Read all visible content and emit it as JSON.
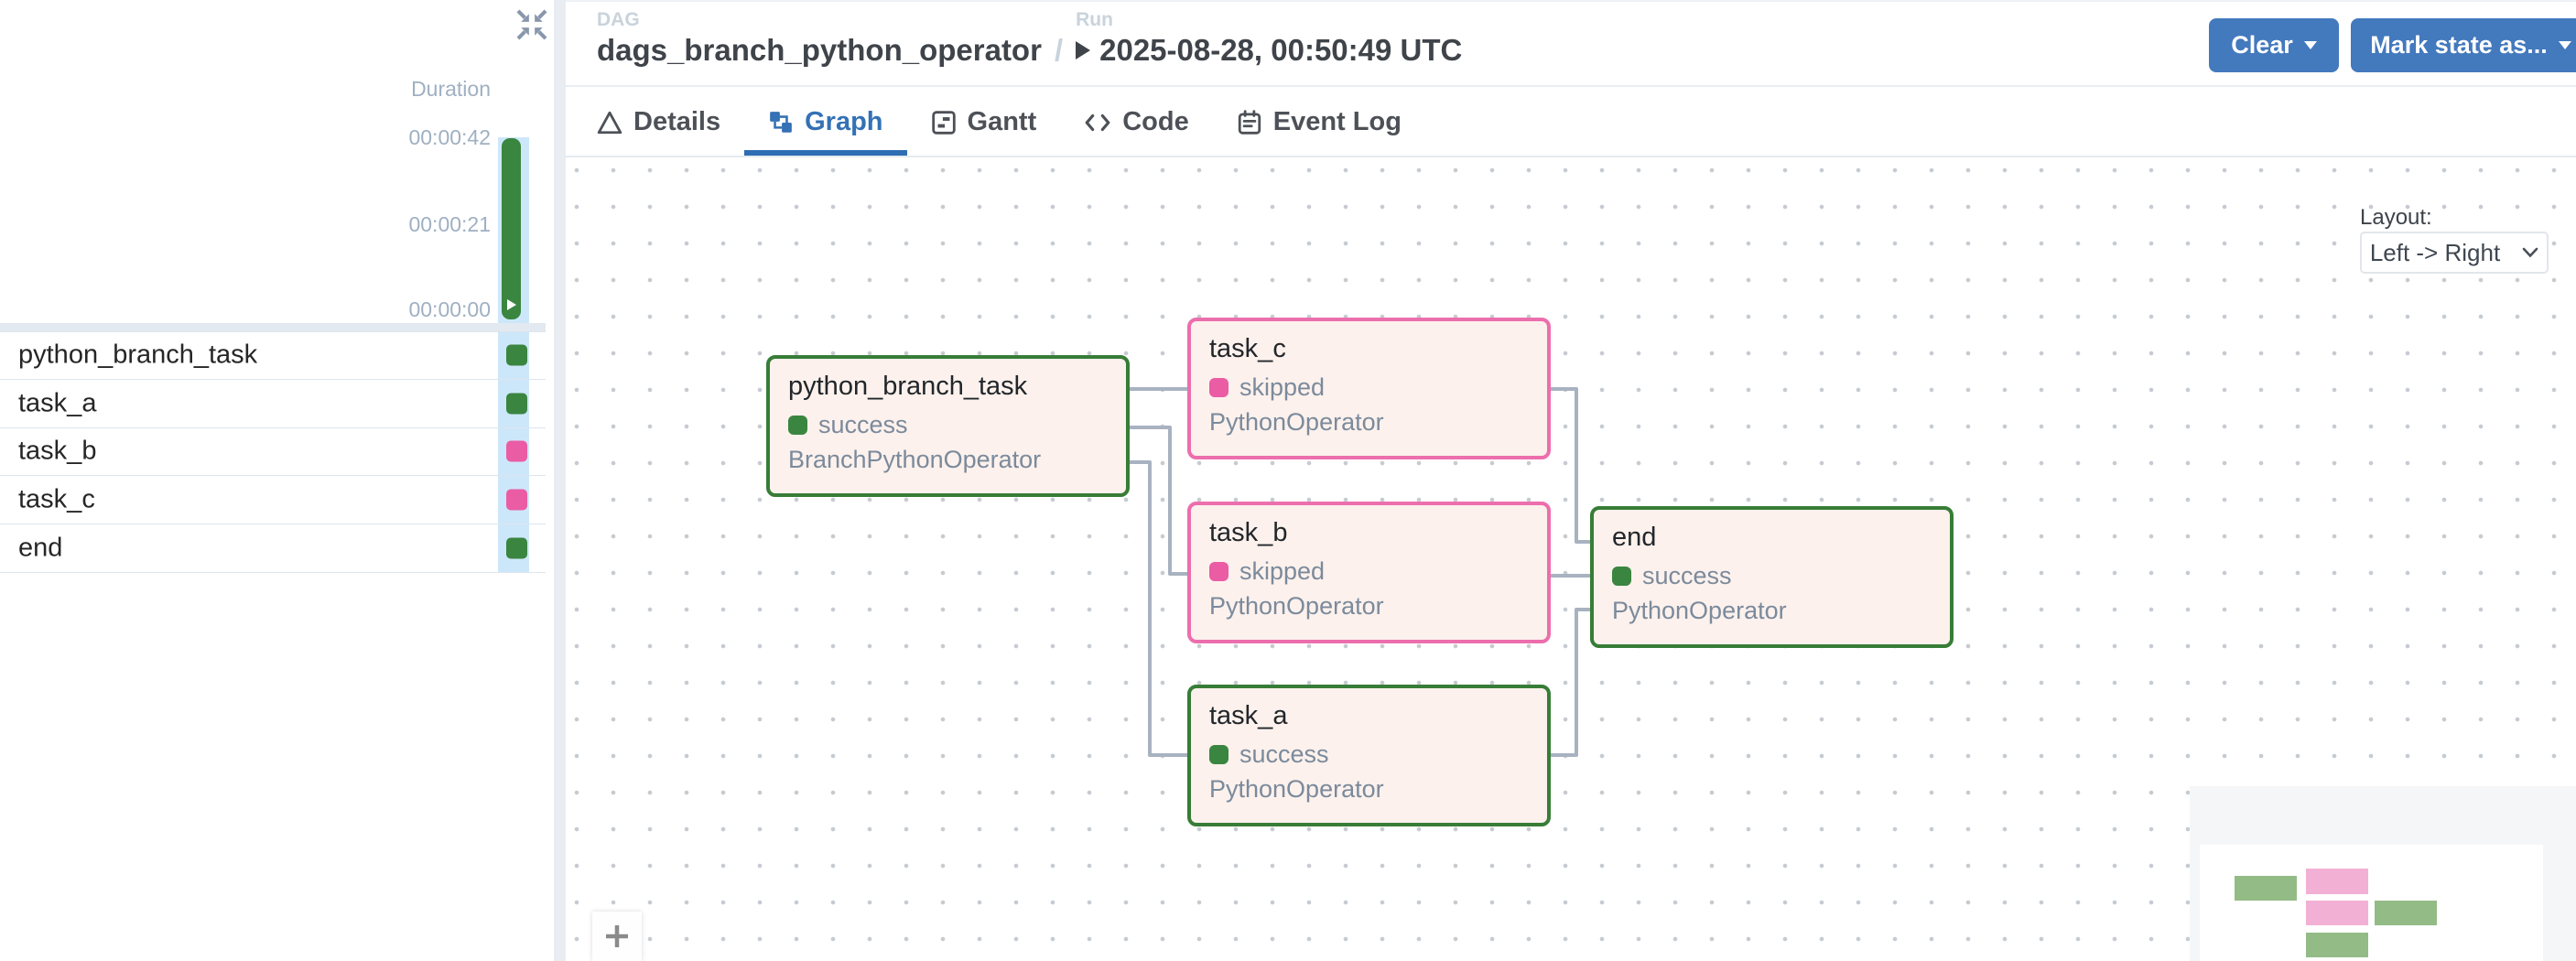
{
  "grid": {
    "duration_label": "Duration",
    "ticks": [
      "00:00:42",
      "00:00:21",
      "00:00:00"
    ],
    "tasks": [
      {
        "name": "python_branch_task",
        "state": "success"
      },
      {
        "name": "task_a",
        "state": "success"
      },
      {
        "name": "task_b",
        "state": "skipped"
      },
      {
        "name": "task_c",
        "state": "skipped"
      },
      {
        "name": "end",
        "state": "success"
      }
    ]
  },
  "header": {
    "dag_label": "DAG",
    "dag_name": "dags_branch_python_operator",
    "separator": "/",
    "run_label": "Run",
    "run_time": "2025-08-28, 00:50:49 UTC",
    "clear_button": "Clear",
    "mark_state_button": "Mark state as..."
  },
  "tabs": [
    {
      "label": "Details",
      "active": false
    },
    {
      "label": "Graph",
      "active": true
    },
    {
      "label": "Gantt",
      "active": false
    },
    {
      "label": "Code",
      "active": false
    },
    {
      "label": "Event Log",
      "active": false
    }
  ],
  "graph": {
    "layout_label": "Layout:",
    "layout_value": "Left -> Right",
    "nodes": [
      {
        "id": "python_branch_task",
        "title": "python_branch_task",
        "status": "success",
        "operator": "BranchPythonOperator"
      },
      {
        "id": "task_c",
        "title": "task_c",
        "status": "skipped",
        "operator": "PythonOperator"
      },
      {
        "id": "task_b",
        "title": "task_b",
        "status": "skipped",
        "operator": "PythonOperator"
      },
      {
        "id": "task_a",
        "title": "task_a",
        "status": "success",
        "operator": "PythonOperator"
      },
      {
        "id": "end",
        "title": "end",
        "status": "success",
        "operator": "PythonOperator"
      }
    ],
    "edges": [
      [
        "python_branch_task",
        "task_c"
      ],
      [
        "python_branch_task",
        "task_b"
      ],
      [
        "python_branch_task",
        "task_a"
      ],
      [
        "task_c",
        "end"
      ],
      [
        "task_b",
        "end"
      ],
      [
        "task_a",
        "end"
      ]
    ]
  },
  "colors": {
    "success_green": "#3a8540",
    "skipped_pink": "#ea5ca4",
    "node_border_success": "#377d37",
    "node_border_skipped": "#ec6ead",
    "node_background": "#fcf1ec",
    "edge_gray": "#a8b2c0",
    "button_blue": "#4379bd",
    "active_tab_blue": "#3471b5",
    "selected_run_column": "#cde7fa"
  }
}
